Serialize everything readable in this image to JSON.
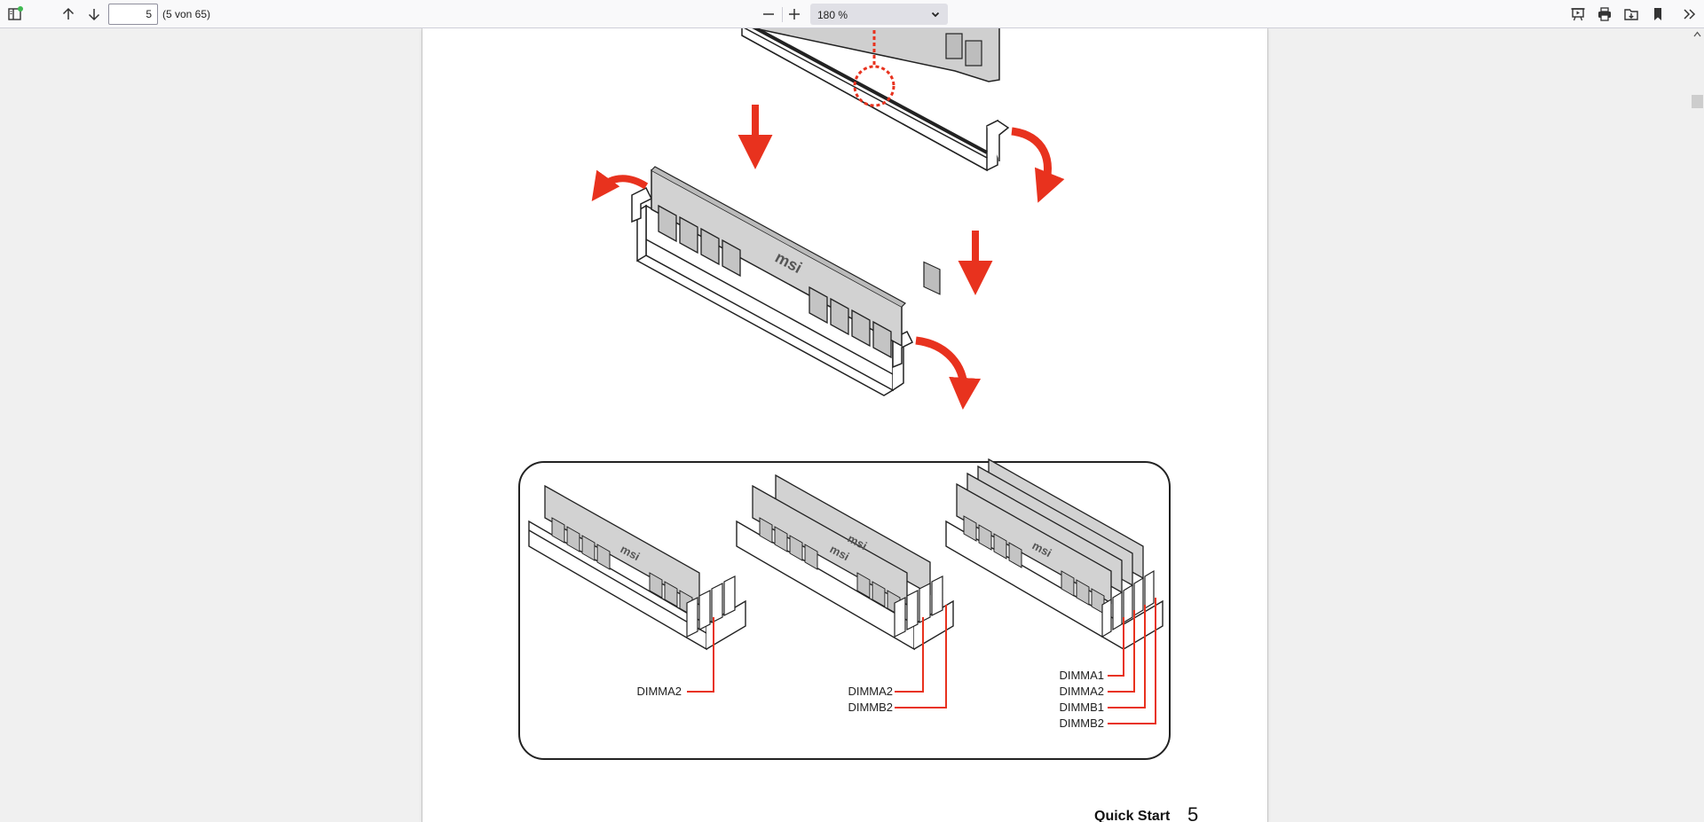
{
  "toolbar": {
    "page_number": "5",
    "page_count": "(5 von 65)",
    "zoom": "180 %",
    "icons": [
      "sidebar-toggle-icon",
      "arrow-up-icon",
      "arrow-down-icon",
      "zoom-out-icon",
      "zoom-in-icon",
      "chevron-down-icon",
      "presentation-icon",
      "print-icon",
      "save-icon",
      "bookmark-icon",
      "more-tools-icon"
    ],
    "notification_dot_color": "#3fb950"
  },
  "document": {
    "footer_title": "Quick Start",
    "footer_page": "5",
    "module_logo": "msi",
    "slot_labels": {
      "single": [
        "DIMMA2"
      ],
      "dual": [
        "DIMMA2",
        "DIMMB2"
      ],
      "quad": [
        "DIMMA1",
        "DIMMA2",
        "DIMMB1",
        "DIMMB2"
      ]
    },
    "accent_color": "#e8321e"
  }
}
